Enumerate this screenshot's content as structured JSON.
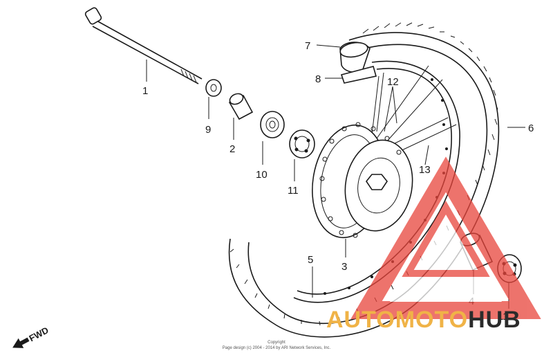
{
  "callouts": {
    "c1": "1",
    "c2": "2",
    "c3": "3",
    "c4": "4",
    "c5": "5",
    "c6": "6",
    "c7": "7",
    "c8": "8",
    "c9": "9",
    "c10": "10",
    "c11": "11",
    "c12": "12",
    "c13": "13"
  },
  "direction_label": "FWD",
  "copyright": {
    "line1": "Copyright",
    "line2": "Page design (c) 2004 - 2014 by ARI Network Services, Inc."
  },
  "watermark": {
    "part1": "AUTOMOTO",
    "part2": "HUB",
    "color_primary": "#f0b347",
    "color_secondary": "#2b2b2b",
    "triangle_color": "#e8453c"
  }
}
